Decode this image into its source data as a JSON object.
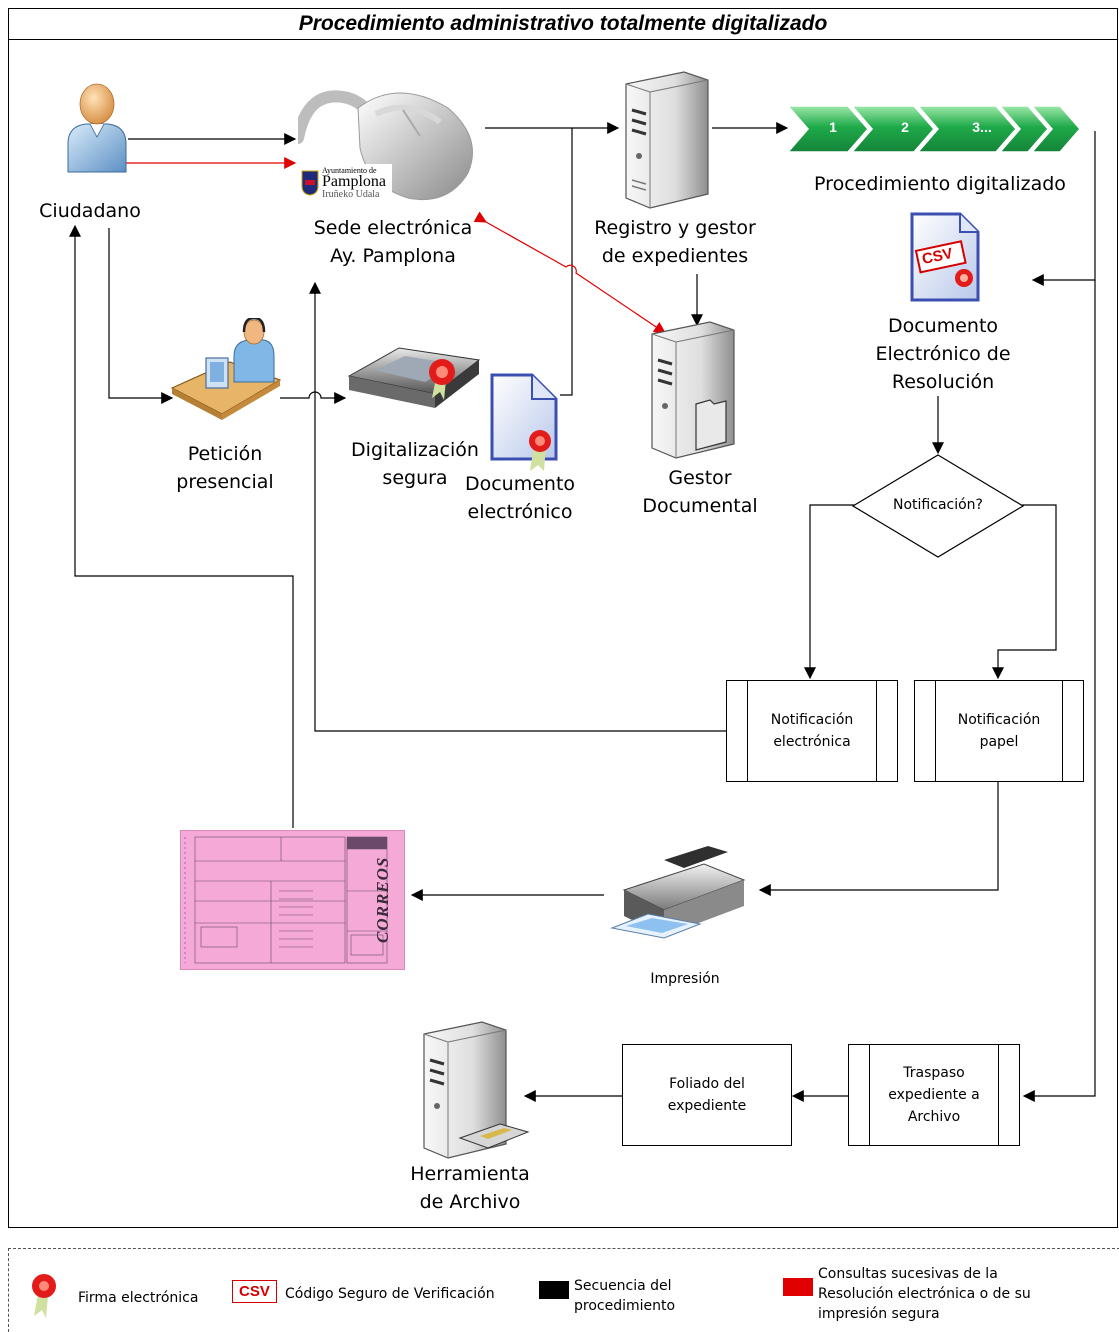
{
  "title": "Procedimiento administrativo totalmente digitalizado",
  "nodes": {
    "ciudadano": "Ciudadano",
    "sede_line1": "Sede electrónica",
    "sede_line2": "Ay. Pamplona",
    "logo_line1": "Ayuntamiento de",
    "logo_line2": "Pamplona",
    "logo_line3": "Iruñeko Udala",
    "registro_line1": "Registro y gestor",
    "registro_line2": "de expedientes",
    "procedimiento": "Procedimiento digitalizado",
    "steps": [
      "1",
      "2",
      "3..."
    ],
    "peticion_line1": "Petición",
    "peticion_line2": "presencial",
    "digitalizacion_line1": "Digitalización",
    "digitalizacion_line2": "segura",
    "documento_line1": "Documento",
    "documento_line2": "electrónico",
    "gestor_line1": "Gestor",
    "gestor_line2": "Documental",
    "resolucion_line1": "Documento",
    "resolucion_line2": "Electrónico de",
    "resolucion_line3": "Resolución",
    "csv_badge": "CSV",
    "decision": "Notificación?",
    "notif_electronica": "Notificación\nelectrónica",
    "notif_papel": "Notificación\npapel",
    "impresion": "Impresión",
    "correos": "CORREOS",
    "foliado": "Foliado del expediente",
    "traspaso": "Traspaso\nexpediente a\nArchivo",
    "archivo_line1": "Herramienta",
    "archivo_line2": "de Archivo"
  },
  "legend": {
    "firma": "Firma electrónica",
    "csv": "CSV",
    "csv_text": "Código Seguro de Verificación",
    "secuencia_line1": "Secuencia del",
    "secuencia_line2": "procedimiento",
    "consultas_line1": "Consultas sucesivas de la",
    "consultas_line2": "Resolución electrónica o de su",
    "consultas_line3": "impresión segura"
  },
  "colors": {
    "arrow": "#000000",
    "query_arrow": "#e00000",
    "steps_green": "#1faa4a",
    "paper_pink": "#f4a9d6"
  }
}
